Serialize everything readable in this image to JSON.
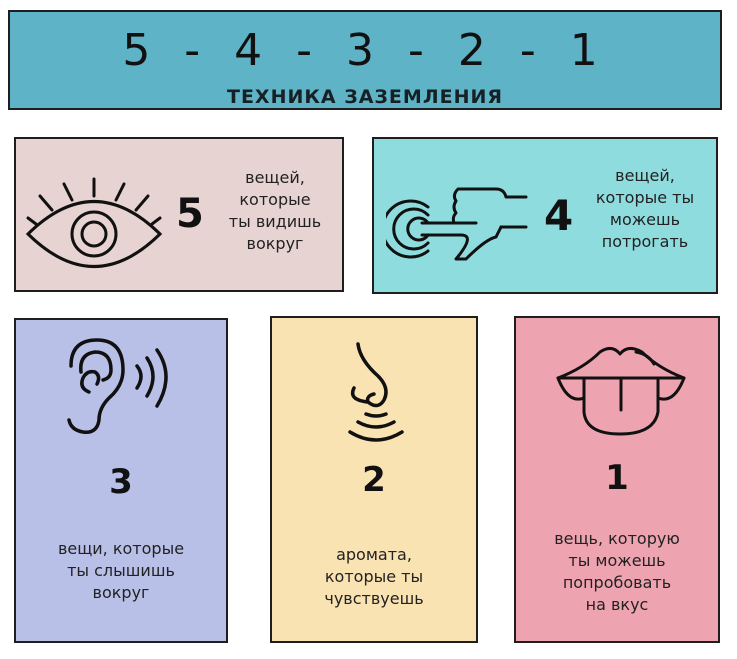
{
  "header": {
    "sequence": "5 - 4 - 3 - 2 - 1",
    "title": "ТЕХНИКА ЗАЗЕМЛЕНИЯ",
    "background": "#5fb3c7"
  },
  "cards": [
    {
      "number": "5",
      "icon": "eye-icon",
      "lines": [
        "вещей,",
        "которые",
        "ты видишь",
        "вокруг"
      ],
      "background": "#e7d3d1"
    },
    {
      "number": "4",
      "icon": "hand-touch-icon",
      "lines": [
        "вещей,",
        "которые ты",
        "можешь",
        "потрогать"
      ],
      "background": "#8fdcdf"
    },
    {
      "number": "3",
      "icon": "ear-icon",
      "lines": [
        "вещи, которые",
        "ты  слышишь",
        "вокруг"
      ],
      "background": "#b9c0e8"
    },
    {
      "number": "2",
      "icon": "nose-icon",
      "lines": [
        "аромата,",
        "которые ты",
        "чувствуешь"
      ],
      "background": "#fae3b3"
    },
    {
      "number": "1",
      "icon": "tongue-icon",
      "lines": [
        "вещь, которую",
        "ты можешь",
        "попробовать",
        "на вкус"
      ],
      "background": "#eea4b0"
    }
  ]
}
